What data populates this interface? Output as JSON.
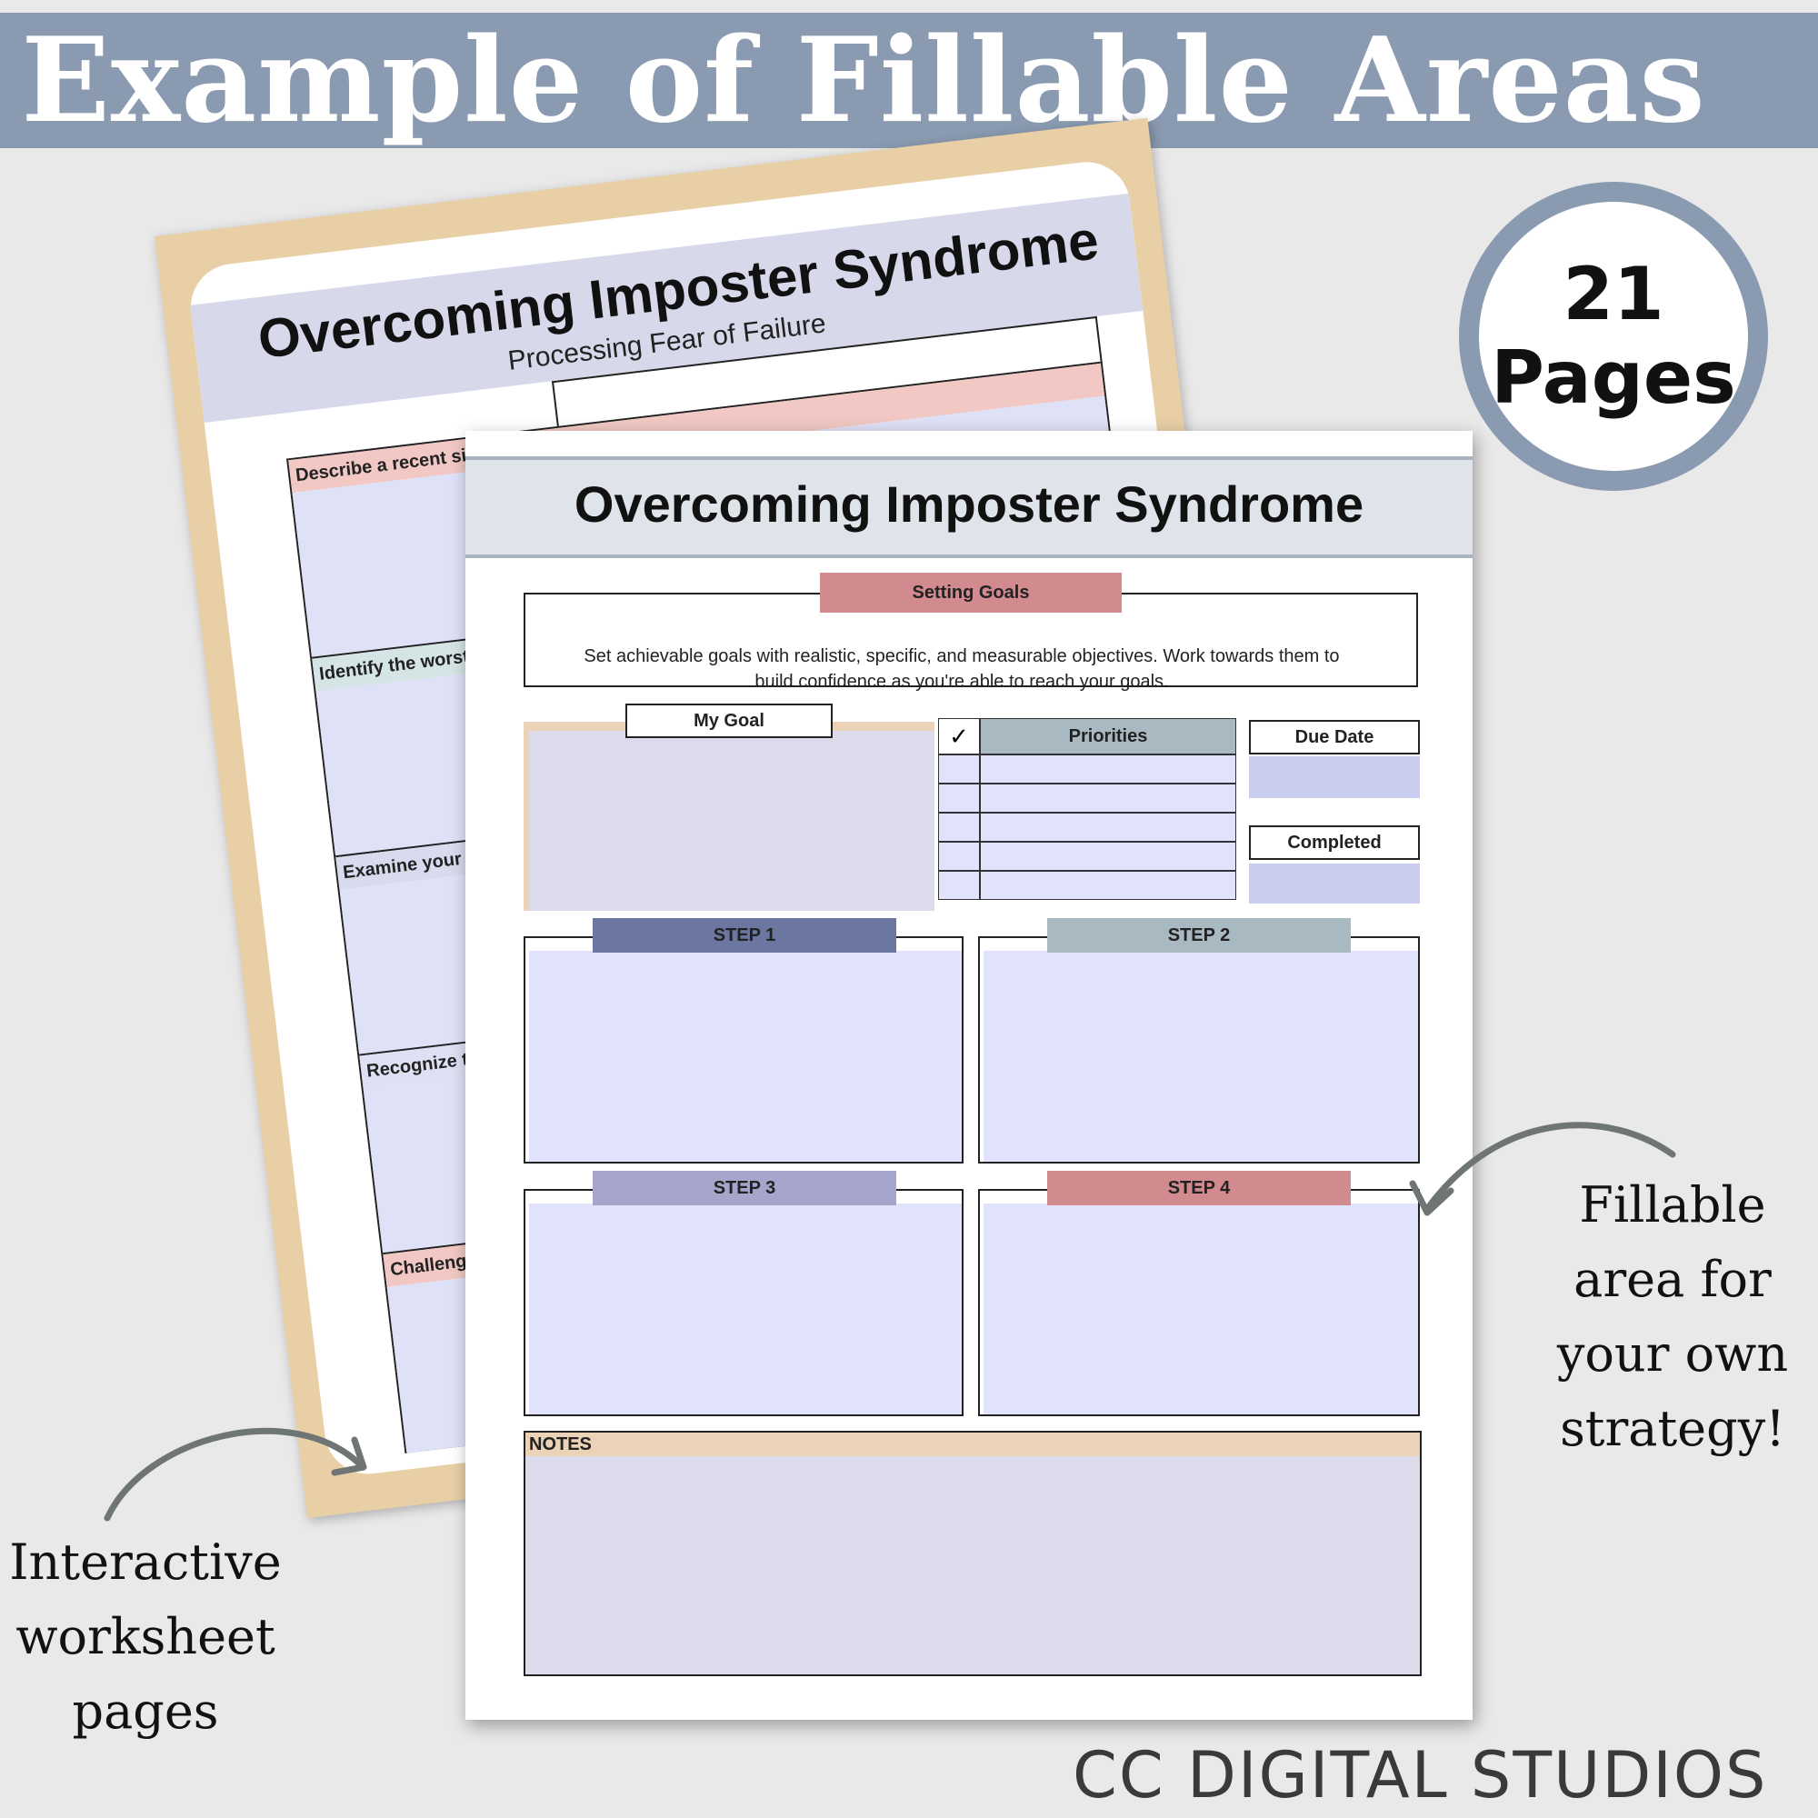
{
  "banner": {
    "title": "Example of Fillable Areas"
  },
  "badge": {
    "number": "21",
    "word": "Pages"
  },
  "back_worksheet": {
    "title": "Overcoming Imposter Syndrome",
    "subtitle": "Processing Fear of Failure",
    "rows": [
      {
        "label": "Describe a recent situati",
        "color": "#f1c8c3"
      },
      {
        "label": "Identify the worst-cas",
        "color": "#d5e4e4"
      },
      {
        "label": "Examine your belie",
        "color": "#d8dbee"
      },
      {
        "label": "Recognize the r",
        "color": "#dfe0f3"
      },
      {
        "label": "Challenge ne",
        "color": "#f1c8c3"
      }
    ]
  },
  "front_worksheet": {
    "title": "Overcoming Imposter Syndrome",
    "setting_goals": {
      "label": "Setting Goals",
      "text": "Set achievable goals with realistic, specific, and measurable objectives. Work towards them to build confidence as you're able to reach your goals."
    },
    "my_goal_label": "My Goal",
    "priorities": {
      "check_mark": "✓",
      "label": "Priorities",
      "rows": 5
    },
    "due_date_label": "Due Date",
    "completed_label": "Completed",
    "steps": [
      {
        "label": "STEP 1",
        "color": "#6b77a1"
      },
      {
        "label": "STEP 2",
        "color": "#a9b9c2"
      },
      {
        "label": "STEP 3",
        "color": "#a6a6cc"
      },
      {
        "label": "STEP 4",
        "color": "#d18a8d"
      }
    ],
    "notes_label": "NOTES"
  },
  "annotations": {
    "right_note": [
      "Fillable",
      "area for",
      "your own",
      "strategy!"
    ],
    "left_note": [
      "Interactive",
      "worksheet",
      "pages"
    ]
  },
  "brand": "CC DIGITAL STUDIOS",
  "colors": {
    "banner": "#8a9ab0",
    "fill": "#e0e3fb",
    "setting_goals_tag": "#d18a8d",
    "notes_tag": "#ecd3b8",
    "back_frame": "#e9cfa6"
  }
}
